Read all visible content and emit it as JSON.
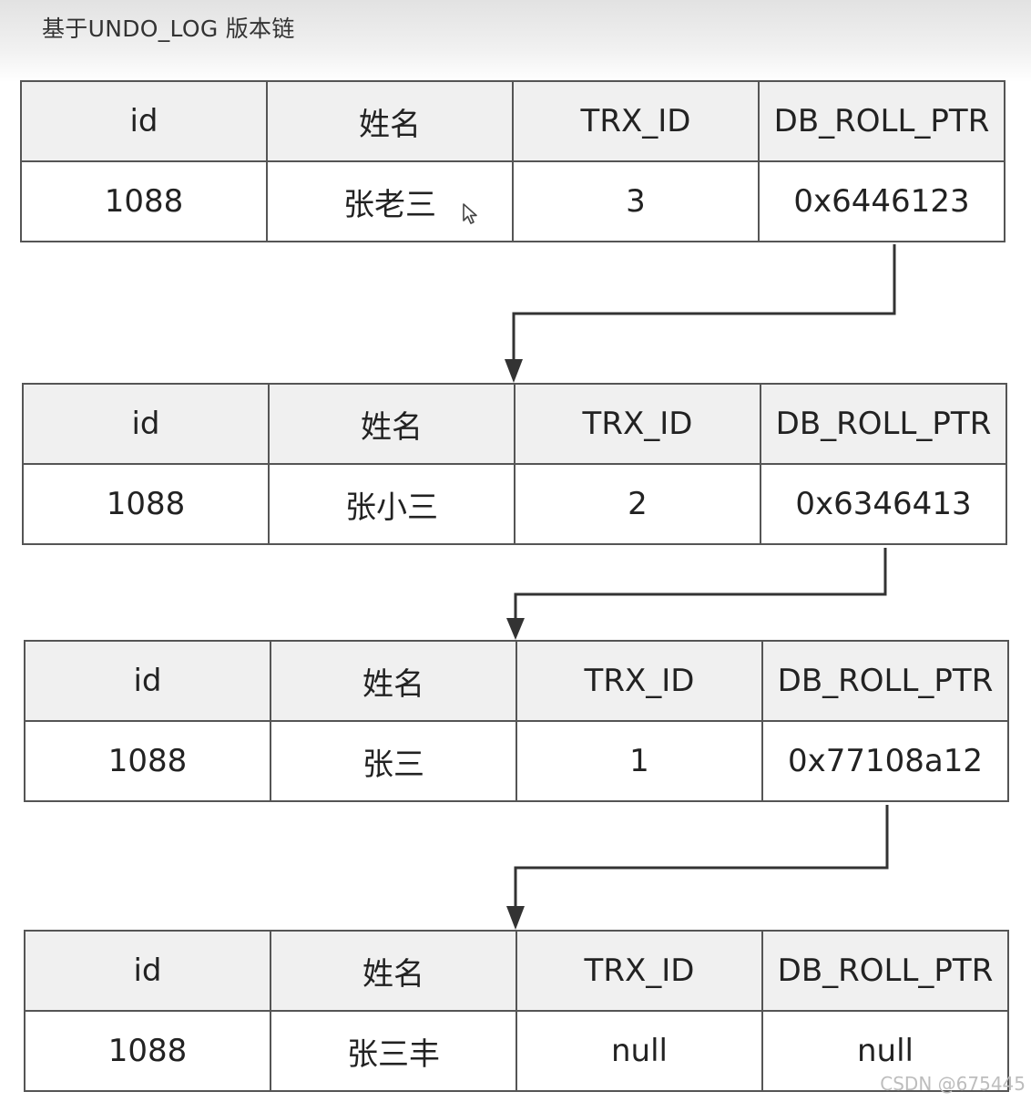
{
  "title": "基于UNDO_LOG 版本链",
  "columns": [
    "id",
    "姓名",
    "TRX_ID",
    "DB_ROLL_PTR"
  ],
  "versions": [
    {
      "id": "1088",
      "name": "张老三",
      "trx_id": "3",
      "db_roll_ptr": "0x6446123"
    },
    {
      "id": "1088",
      "name": "张小三",
      "trx_id": "2",
      "db_roll_ptr": "0x6346413"
    },
    {
      "id": "1088",
      "name": "张三",
      "trx_id": "1",
      "db_roll_ptr": "0x77108a12"
    },
    {
      "id": "1088",
      "name": "张三丰",
      "trx_id": "null",
      "db_roll_ptr": "null"
    }
  ],
  "watermark": "CSDN @675445",
  "icons": {
    "cursor": "mouse-pointer-icon",
    "arrow": "arrow-down-icon"
  },
  "colors": {
    "line": "#333333",
    "header_bg": "#f0f0f0",
    "border": "#555555"
  }
}
